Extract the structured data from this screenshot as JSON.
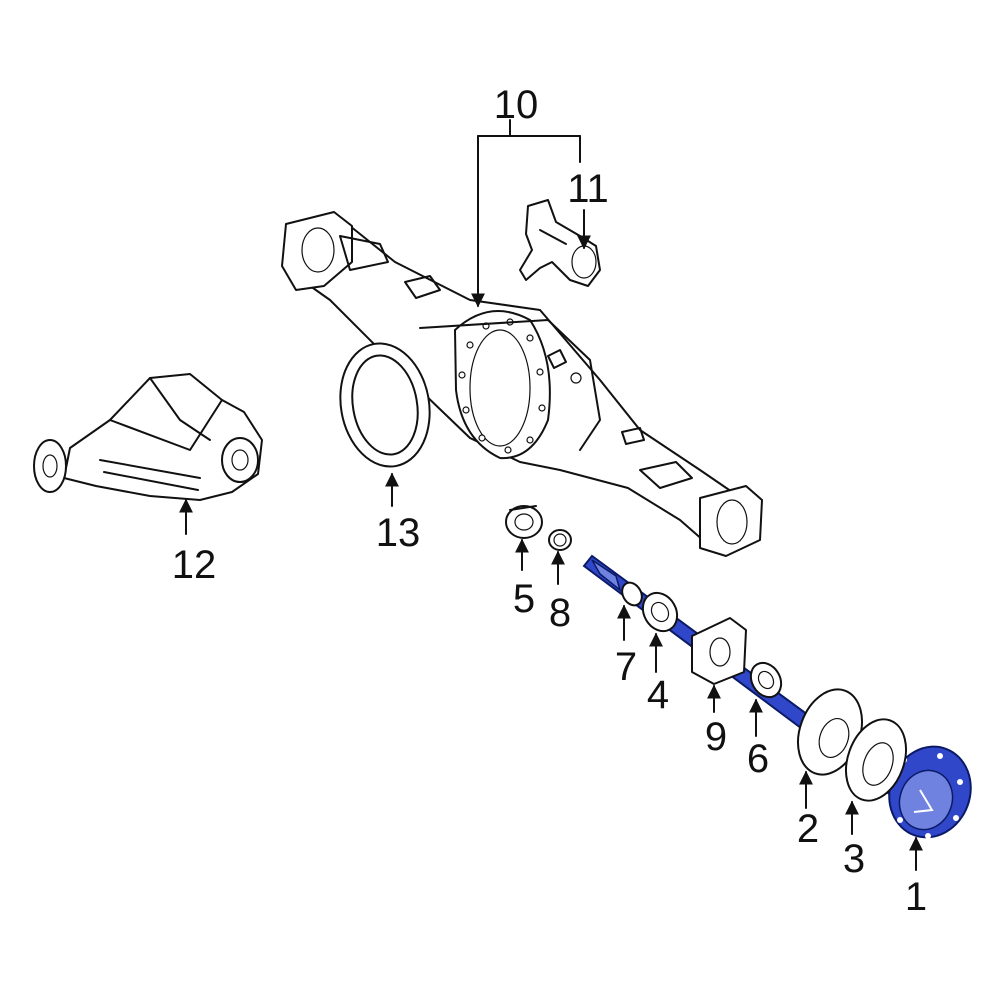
{
  "callouts": [
    "1",
    "2",
    "3",
    "4",
    "5",
    "6",
    "7",
    "8",
    "9",
    "10",
    "11",
    "12",
    "13"
  ],
  "colors": {
    "highlight": "#2f47c8",
    "line": "#111111",
    "background": "#ffffff"
  }
}
